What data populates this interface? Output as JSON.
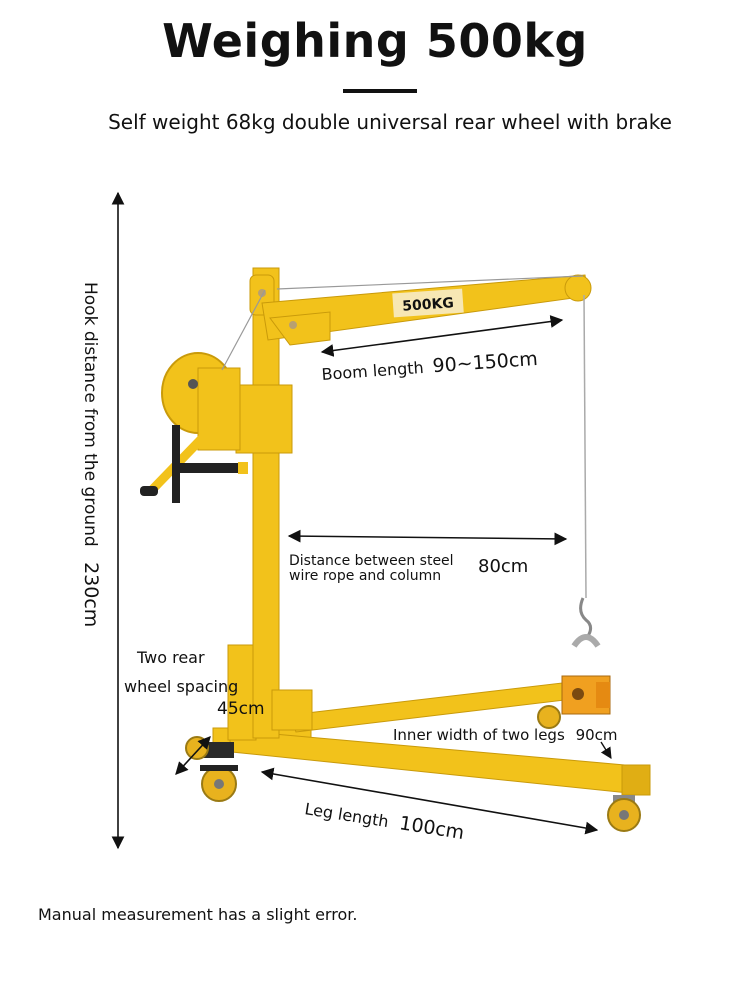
{
  "header": {
    "title": "Weighing 500kg",
    "subtitle": "Self weight 68kg double universal rear wheel with brake"
  },
  "diagram": {
    "boom_plate": "500KG",
    "labels": {
      "hook_height_text": "Hook distance from the ground",
      "hook_height_value": "230cm",
      "boom_length_text": "Boom length",
      "boom_length_value": "90~150cm",
      "rope_column_line1": "Distance between steel",
      "rope_column_line2": "wire rope and column",
      "rope_column_value": "80cm",
      "rear_wheel_line1": "Two rear",
      "rear_wheel_line2": "wheel spacing",
      "rear_wheel_value": "45cm",
      "inner_width_text": "Inner width of two legs",
      "inner_width_value": "90cm",
      "leg_length_text": "Leg length",
      "leg_length_value": "100cm"
    },
    "colors": {
      "frame": "#F2C21B",
      "frame_dark": "#C99A0A",
      "wheel": "#E8B21E",
      "magnet": "#F0A020"
    }
  },
  "footer": {
    "note": "Manual measurement has a slight error."
  }
}
